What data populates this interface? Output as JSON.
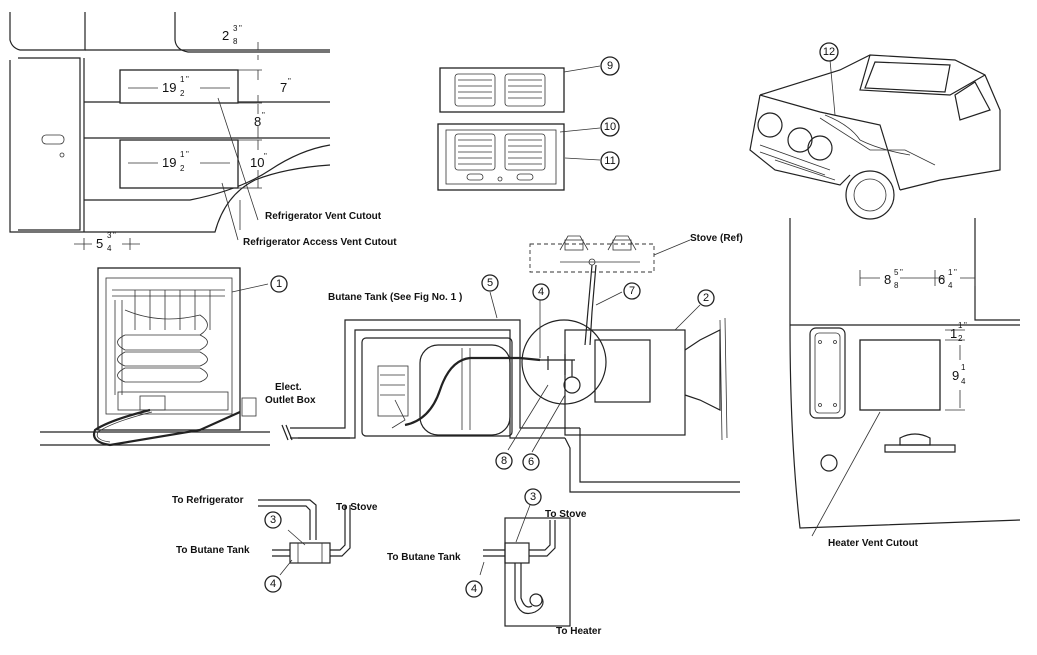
{
  "labels": {
    "refrigerator_vent_cutout": "Refrigerator  Vent Cutout",
    "refrigerator_access_vent_cutout": "Refrigerator Access Vent Cutout",
    "stove_ref": "Stove  (Ref)",
    "butane_tank": "Butane Tank  (See Fig No. 1 )",
    "elect": "Elect.",
    "outlet_box": "Outlet Box",
    "heater_vent_cutout": "Heater Vent Cutout",
    "to_refrigerator": "To Refrigerator",
    "to_stove_a": "To Stove",
    "to_butane_tank_a": "To Butane Tank",
    "to_stove_b": "To Stove",
    "to_butane_tank_b": "To Butane Tank",
    "to_heater": "To Heater"
  },
  "dimensions": {
    "d_2_3_8": {
      "whole": "2",
      "num": "3",
      "den": "8",
      "unit": "\""
    },
    "d_19_1_2_top": {
      "whole": "19",
      "num": "1",
      "den": "2",
      "unit": "\""
    },
    "d_7": {
      "whole": "7",
      "unit": "\""
    },
    "d_8": {
      "whole": "8",
      "unit": "\""
    },
    "d_19_1_2_bottom": {
      "whole": "19",
      "num": "1",
      "den": "2",
      "unit": "\""
    },
    "d_10": {
      "whole": "10",
      "unit": "\""
    },
    "d_5_3_4": {
      "whole": "5",
      "num": "3",
      "den": "4",
      "unit": "\""
    },
    "d_8_5_8": {
      "whole": "8",
      "num": "5",
      "den": "8",
      "unit": "\""
    },
    "d_6_1_4": {
      "whole": "6",
      "num": "1",
      "den": "4",
      "unit": "\""
    },
    "d_1_1_2": {
      "whole": "1",
      "num": "1",
      "den": "2",
      "unit": "\""
    },
    "d_9_1_4": {
      "whole": "9",
      "num": "1",
      "den": "4"
    }
  },
  "callouts": [
    "1",
    "2",
    "3",
    "4",
    "5",
    "6",
    "7",
    "8",
    "9",
    "10",
    "11",
    "12"
  ],
  "callouts_detail": [
    "3",
    "4",
    "3",
    "4"
  ]
}
